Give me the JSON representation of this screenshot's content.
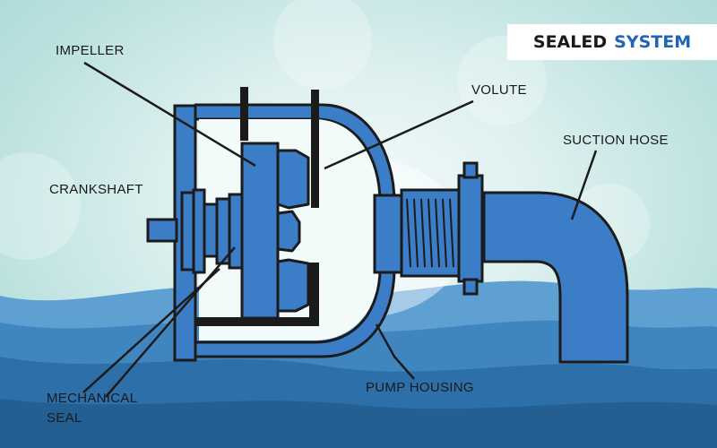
{
  "title": {
    "word1": "SEALED",
    "word2": "SYSTEM"
  },
  "labels": {
    "impeller": "IMPELLER",
    "volute": "VOLUTE",
    "suction_hose": "SUCTION HOSE",
    "crankshaft": "CRANKSHAFT",
    "mechanical_seal": "MECHANICAL\nSEAL",
    "pump_housing": "PUMP HOUSING"
  },
  "colors": {
    "pump_blue": "#3c7dc7",
    "outline": "#1b1b1b",
    "water_dark": "#2d6fa8",
    "water_light": "#5fa0d2",
    "title_accent": "#1f66b5"
  }
}
